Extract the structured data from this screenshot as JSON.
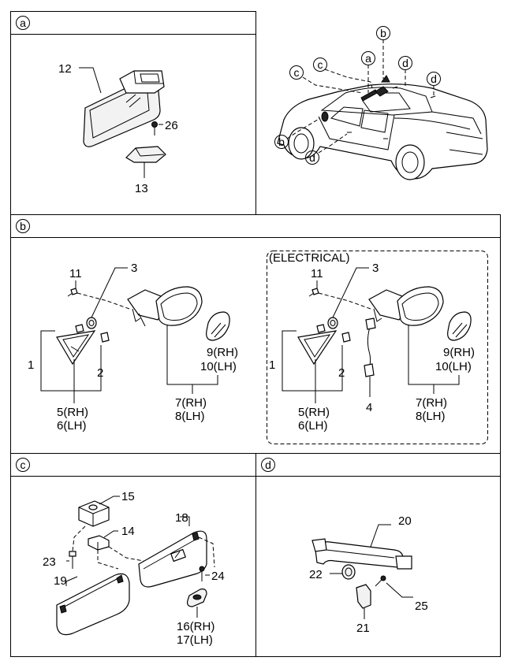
{
  "panels": {
    "a": {
      "letter": "a",
      "labels": {
        "mirror": "12",
        "cover": "13",
        "screw": "26"
      }
    },
    "overview": {
      "callouts": [
        "a",
        "b",
        "c",
        "c",
        "d",
        "d",
        "b",
        "d"
      ]
    },
    "b": {
      "letter": "b",
      "electrical_title": "(ELECTRICAL)",
      "left": {
        "screw": "11",
        "grommet": "3",
        "assy": "1",
        "cap": "2",
        "cover_rh": "5(RH)",
        "cover_lh": "6(LH)",
        "mirror_rh": "7(RH)",
        "mirror_lh": "8(LH)",
        "glass_rh": "9(RH)",
        "glass_lh": "10(LH)"
      },
      "right": {
        "screw": "11",
        "grommet": "3",
        "assy": "1",
        "cap": "2",
        "harness": "4",
        "cover_rh": "5(RH)",
        "cover_lh": "6(LH)",
        "mirror_rh": "7(RH)",
        "mirror_lh": "8(LH)",
        "glass_rh": "9(RH)",
        "glass_lh": "10(LH)"
      }
    },
    "c": {
      "letter": "c",
      "labels": {
        "bracket": "15",
        "clip": "14",
        "sunvisor_r": "18",
        "screw_l": "23",
        "screw_r": "24",
        "sunvisor_l": "19",
        "holder_rh": "16(RH)",
        "holder_lh": "17(LH)"
      }
    },
    "d": {
      "letter": "d",
      "labels": {
        "handle": "20",
        "cap_ring": "22",
        "cover": "21",
        "screw": "25"
      }
    }
  }
}
